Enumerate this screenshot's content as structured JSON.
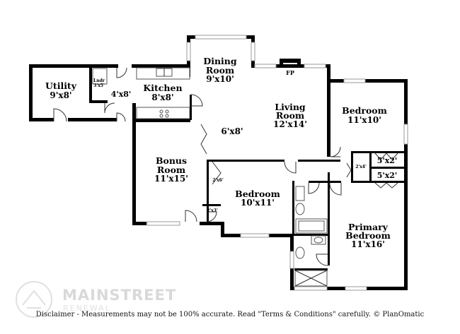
{
  "rooms": {
    "utility": {
      "name": "Utility",
      "size": "9'x8'"
    },
    "laundry": {
      "name": "Lndr",
      "size": "3'x5'"
    },
    "hall_small": {
      "size": "4'x8'"
    },
    "kitchen": {
      "name": "Kitchen",
      "size": "8'x8'"
    },
    "dining": {
      "name1": "Dining",
      "name2": "Room",
      "size": "9'x10'"
    },
    "fireplace": {
      "label": "FP"
    },
    "living": {
      "name1": "Living",
      "name2": "Room",
      "size": "12'x14'"
    },
    "bedroom_ne": {
      "name": "Bedroom",
      "size": "11'x10'"
    },
    "hall": {
      "size": "6'x8'"
    },
    "closet_ne": {
      "size": "5'x2'"
    },
    "closet_pri": {
      "size": "5'x2'"
    },
    "linen": {
      "size": "2'x4'"
    },
    "bonus": {
      "name1": "Bonus",
      "name2": "Room",
      "size": "11'x15'"
    },
    "closet_a": {
      "size": "2'x6'"
    },
    "closet_b": {
      "size": "2'x3'"
    },
    "bedroom_mid": {
      "name": "Bedroom",
      "size": "10'x11'"
    },
    "primary": {
      "name1": "Primary",
      "name2": "Bedroom",
      "size": "11'x16'"
    }
  },
  "watermark": {
    "line1": "MAINSTREET",
    "line2": "RENEWAL"
  },
  "disclaimer": "Disclaimer - Measurements may not be 100% accurate. Read \"Terms & Conditions\" carefully. © PlanOmatic"
}
